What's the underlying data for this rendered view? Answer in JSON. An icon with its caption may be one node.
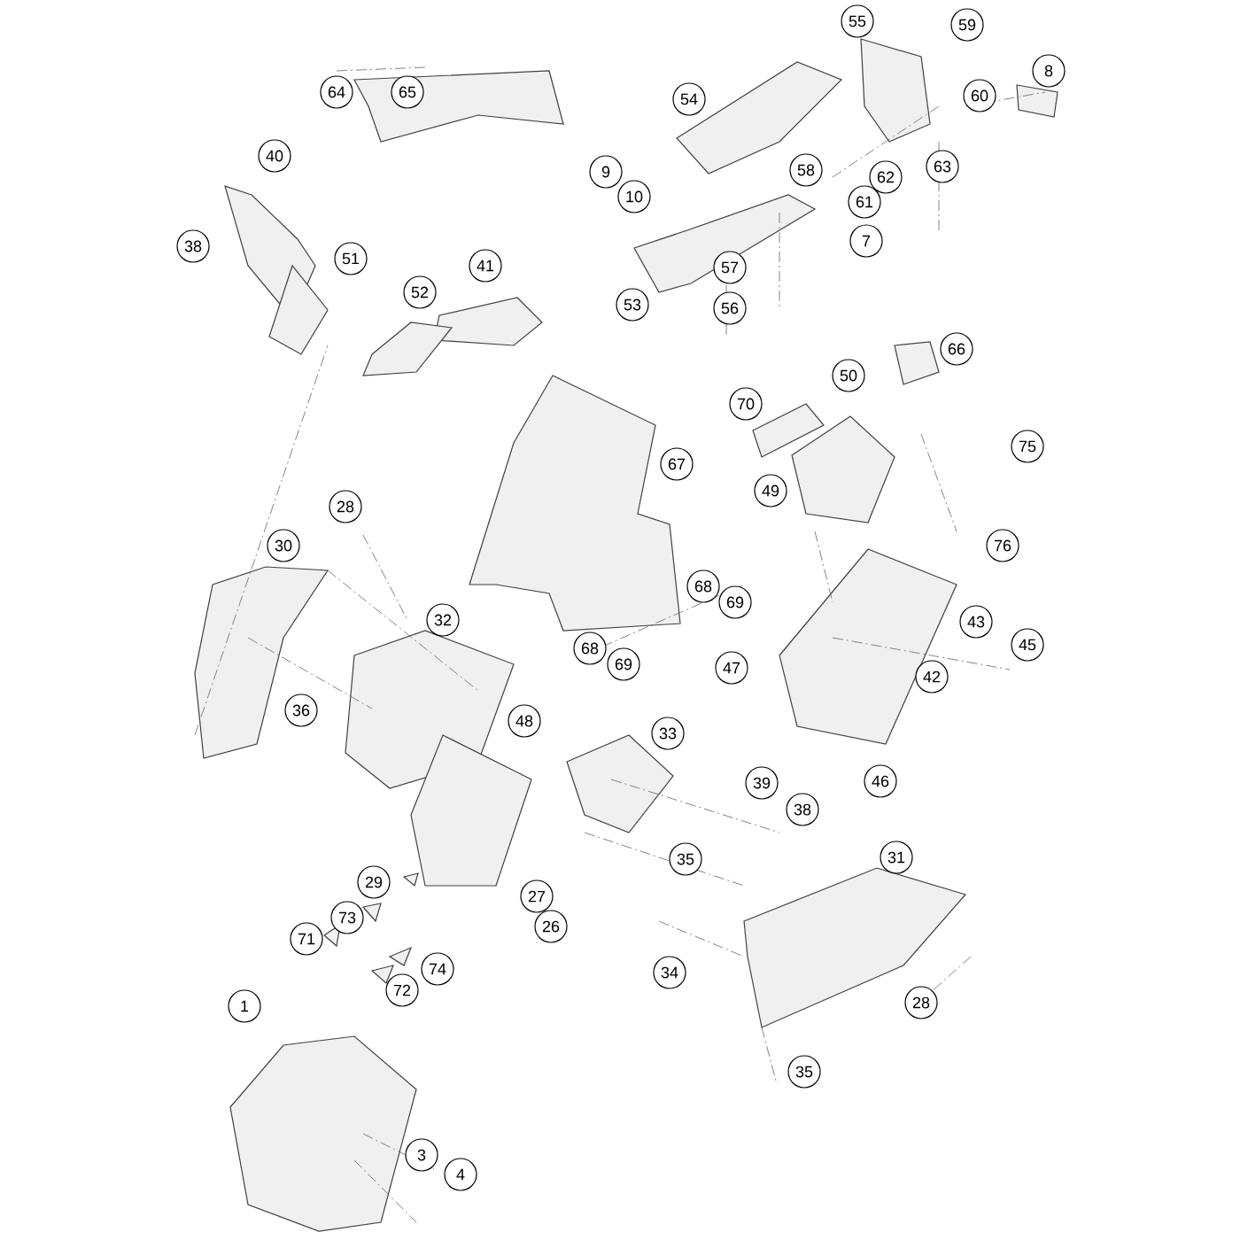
{
  "diagram": {
    "labels": [
      "55",
      "59",
      "64",
      "65",
      "8",
      "54",
      "60",
      "9",
      "58",
      "63",
      "62",
      "40",
      "10",
      "61",
      "7",
      "38",
      "51",
      "41",
      "57",
      "52",
      "53",
      "56",
      "66",
      "50",
      "70",
      "75",
      "67",
      "49",
      "28",
      "30",
      "76",
      "68",
      "69",
      "32",
      "43",
      "68",
      "69",
      "45",
      "47",
      "42",
      "36",
      "48",
      "33",
      "39",
      "46",
      "38",
      "35",
      "31",
      "29",
      "27",
      "73",
      "26",
      "71",
      "74",
      "34",
      "72",
      "1",
      "28",
      "35",
      "3",
      "4"
    ]
  }
}
